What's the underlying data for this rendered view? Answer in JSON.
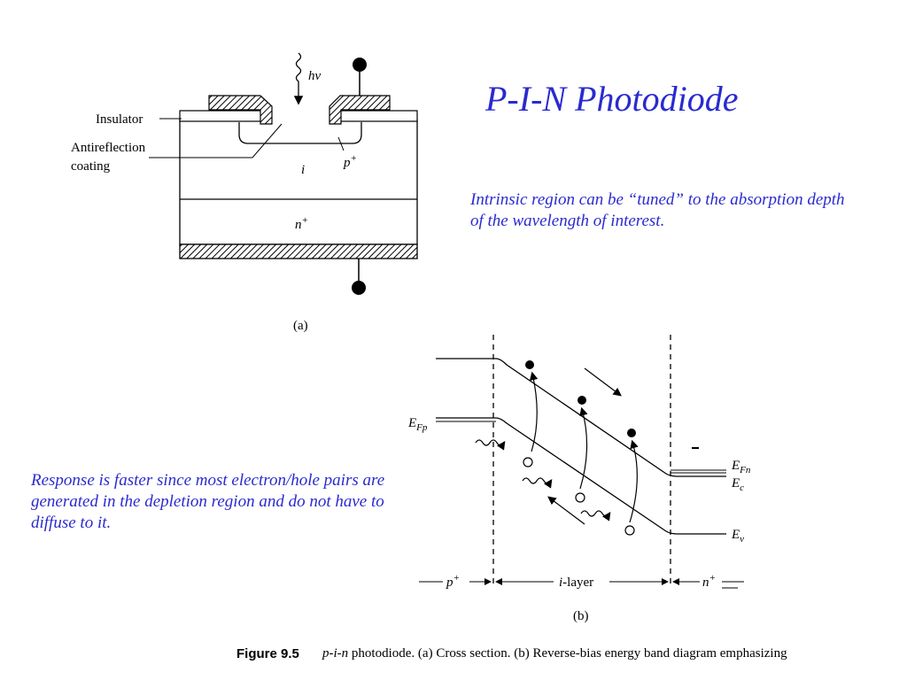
{
  "slide": {
    "title": "P-I-N Photodiode",
    "note_top": "Intrinsic region can be “tuned” to the absorption depth of the wavelength of interest.",
    "note_bottom": "Response is faster since most electron/hole pairs are generated in the depletion region and do not have to diffuse to it."
  },
  "diagram_a": {
    "photon": "hν",
    "insulator": "Insulator",
    "antireflection": "Antireflection",
    "coating": "coating",
    "p_plus": "p",
    "p_plus_sup": "+",
    "intrinsic": "i",
    "n_plus": "n",
    "n_plus_sup": "+",
    "caption": "(a)"
  },
  "diagram_b": {
    "efp": "E",
    "efp_sub": "Fp",
    "efn": "E",
    "efn_sub": "Fn",
    "ec": "E",
    "ec_sub": "c",
    "ev": "E",
    "ev_sub": "v",
    "p_region": "p",
    "p_region_sup": "+",
    "i_layer_italic": "i",
    "i_layer_rest": "-layer",
    "n_region": "n",
    "n_region_sup": "+",
    "caption": "(b)"
  },
  "figure_caption": {
    "label": "Figure 9.5",
    "text_italic": "p-i-n",
    "text": " photodiode. (a) Cross section. (b) Reverse-bias energy band diagram emphasizing"
  }
}
